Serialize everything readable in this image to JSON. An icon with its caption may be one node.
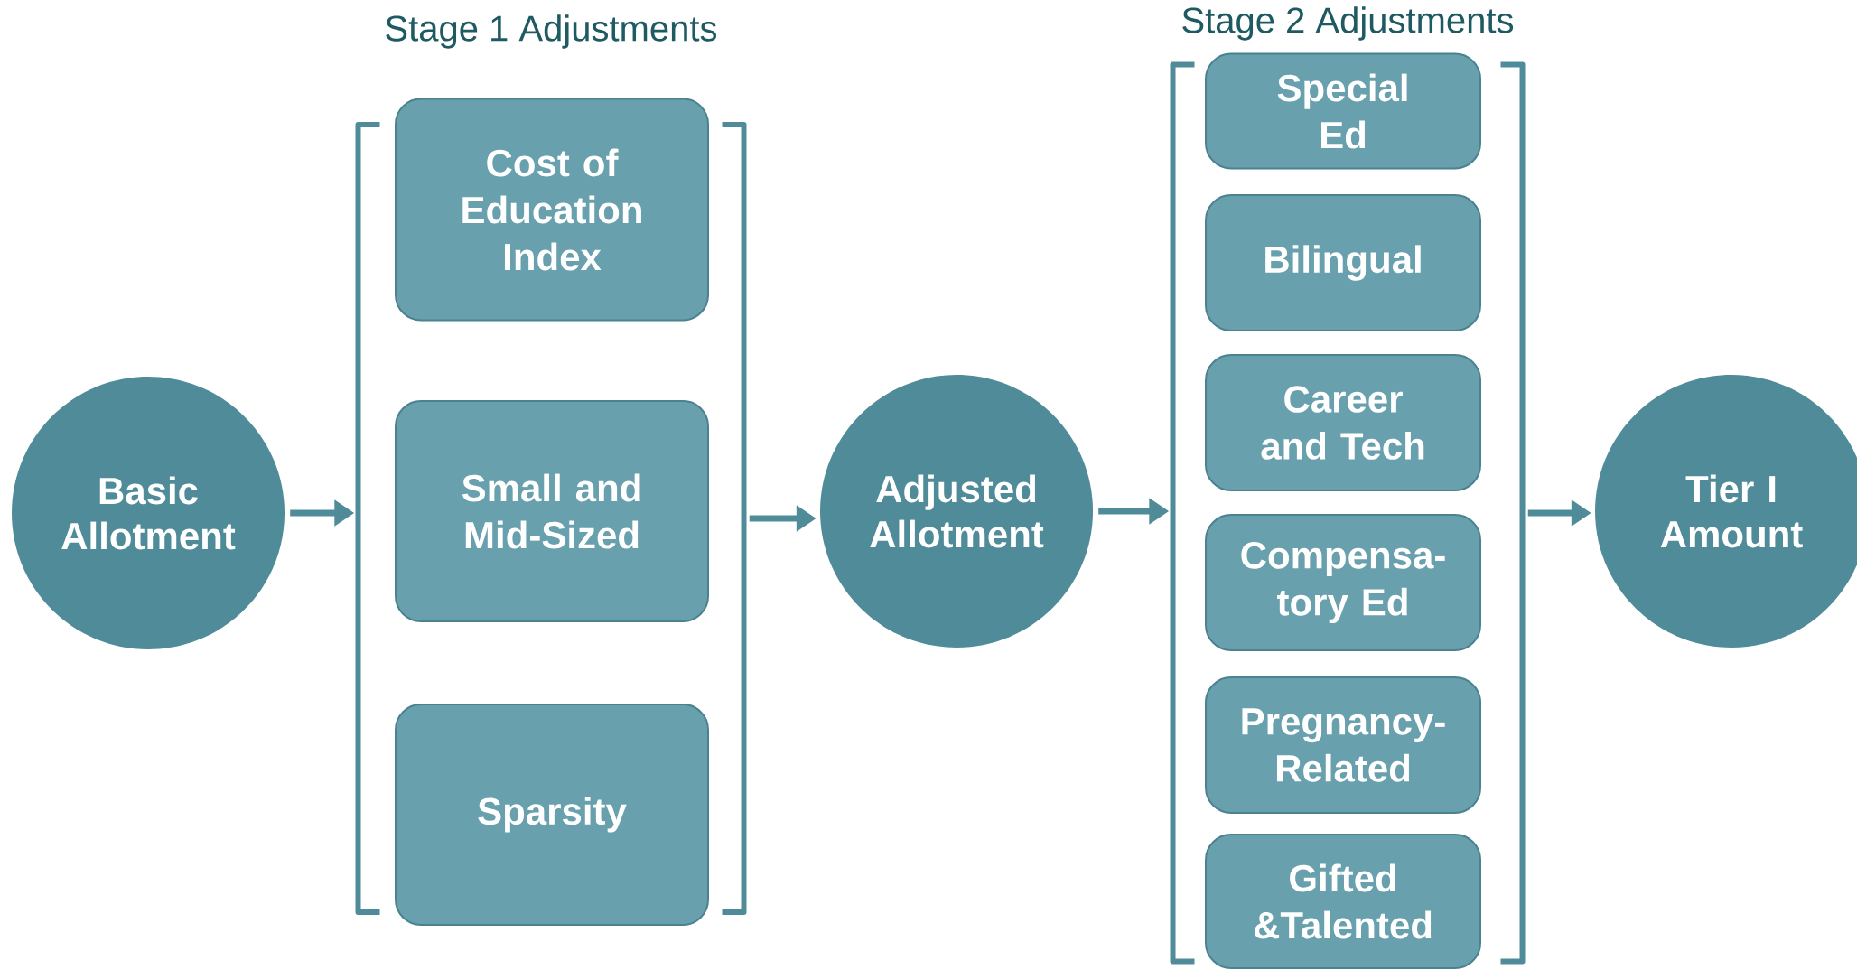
{
  "diagram": {
    "nodes": [
      {
        "text": [
          "Basic Allotment"
        ]
      },
      {
        "text": [
          "Stage 1 Adjustments"
        ]
      },
      {
        "text": [
          "Cost of Education Index"
        ],
        "in": 1
      },
      {
        "text": [
          "Small and Mid-Sized"
        ],
        "in": 1
      },
      {
        "text": [
          "Sparsity"
        ],
        "in": 1
      },
      {
        "text": [
          "Adjusted Allotment"
        ]
      },
      {
        "text": [
          "Stage 2 Adjustments"
        ]
      },
      {
        "text": [
          "Special Ed"
        ],
        "in": 6
      },
      {
        "text": [
          "Bilingual"
        ],
        "in": 6
      },
      {
        "text": [
          "Career and Tech"
        ],
        "in": 6
      },
      {
        "text": [
          "Compensa-tory Ed"
        ],
        "in": 6
      },
      {
        "text": [
          "Pregnancy-Related"
        ],
        "in": 6
      },
      {
        "text": [
          "Gifted &Talented"
        ],
        "in": 6
      },
      {
        "text": [
          "Tier I Amount"
        ]
      }
    ],
    "edges": [
      {
        "from": 0,
        "to": 1,
        "arrow": "to"
      },
      {
        "from": 1,
        "to": 5,
        "arrow": "to"
      },
      {
        "from": 5,
        "to": 6,
        "arrow": "to"
      },
      {
        "from": 6,
        "to": 13,
        "arrow": "to"
      }
    ]
  }
}
